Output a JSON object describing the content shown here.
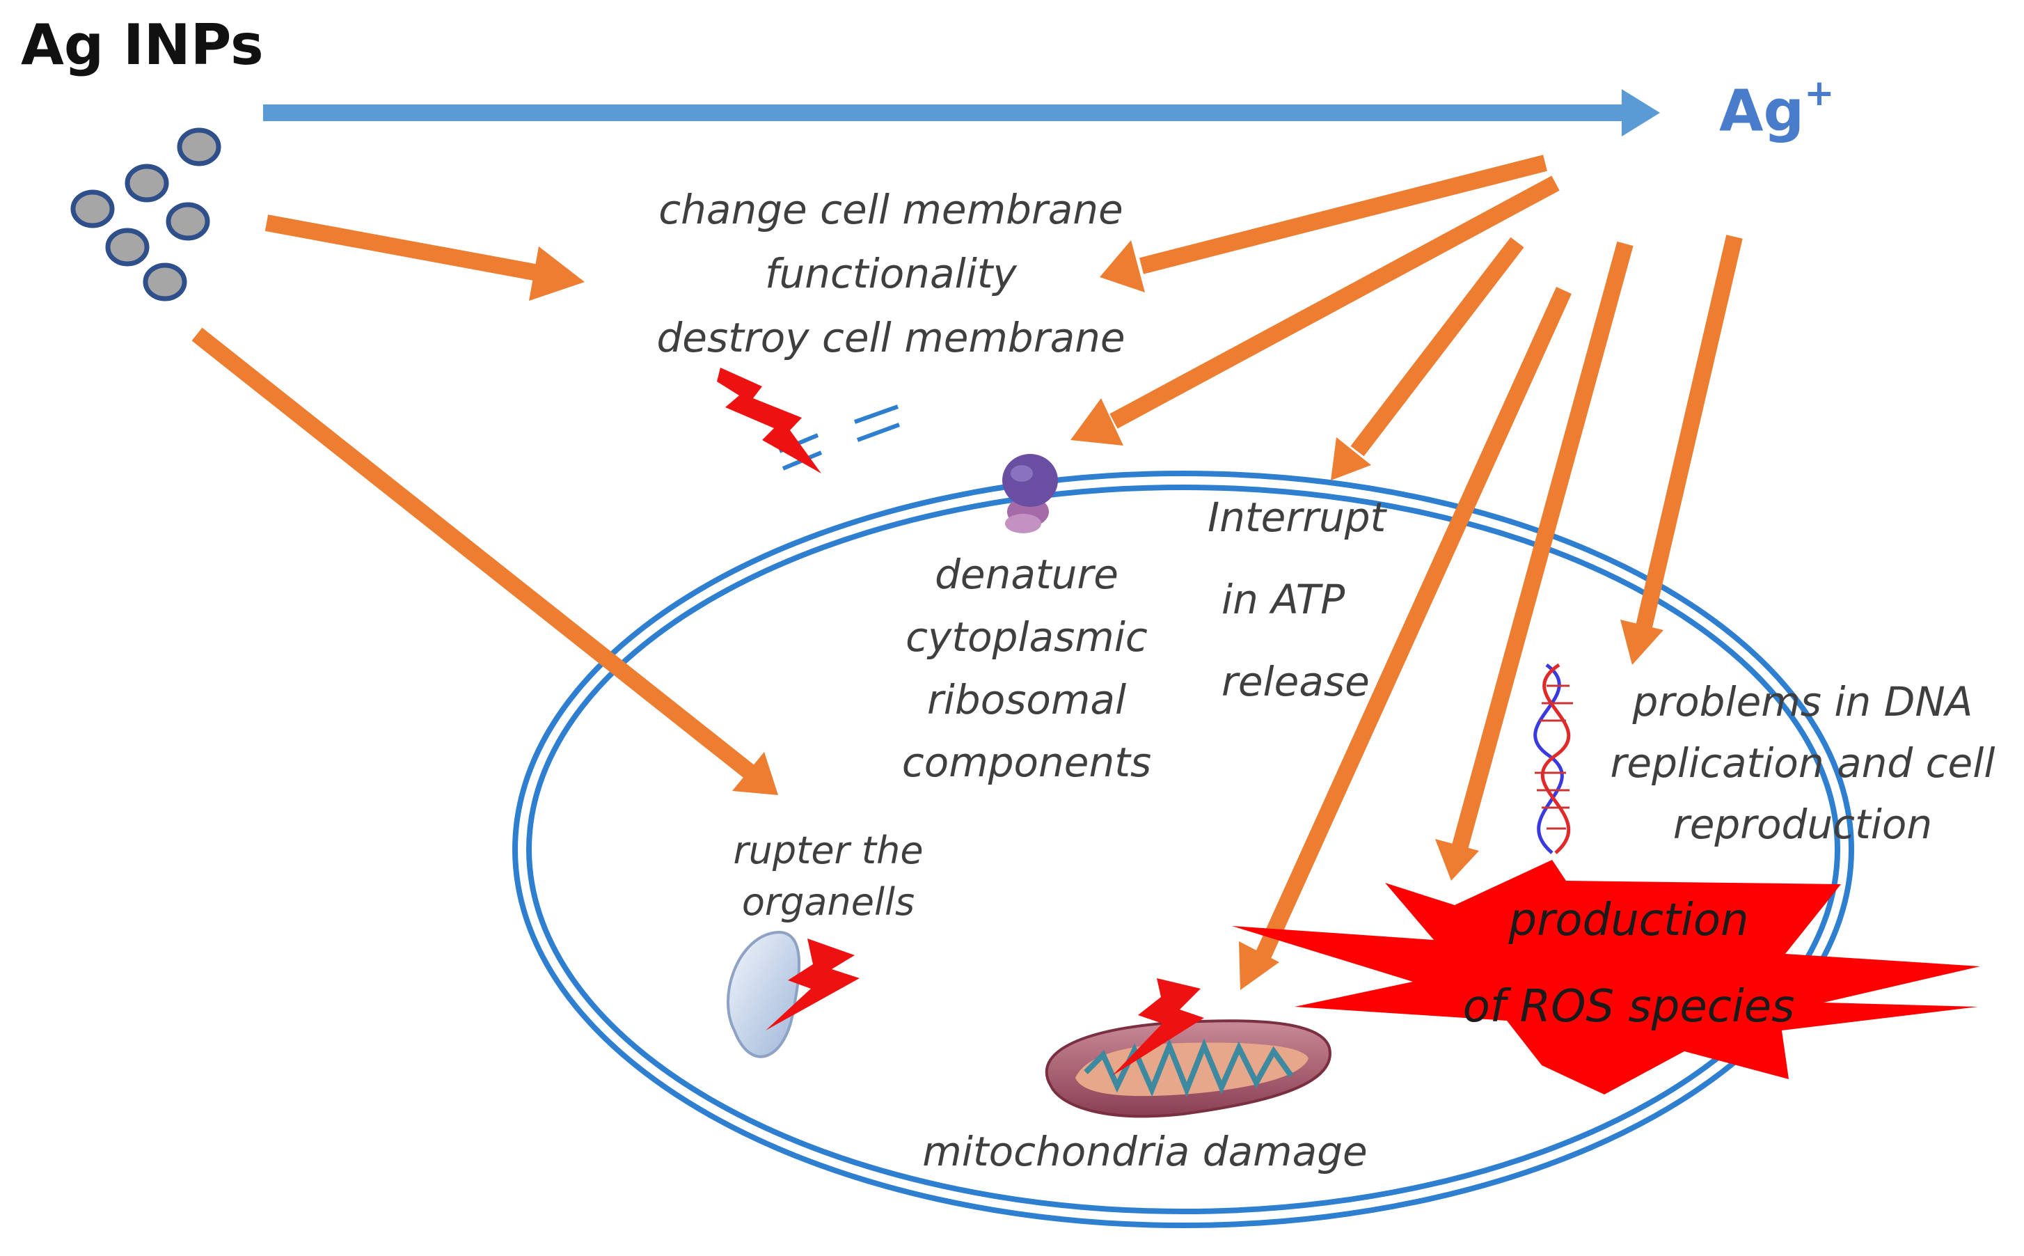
{
  "title": {
    "main": "Ag  INPs"
  },
  "ion": {
    "symbol": "Ag",
    "charge": "+"
  },
  "labels": {
    "membrane": [
      "change cell membrane",
      "functionality",
      "destroy cell membrane"
    ],
    "ribosome": [
      "denature",
      "cytoplasmic",
      "ribosomal",
      "components"
    ],
    "atp": [
      "Interrupt",
      "in ATP",
      "release"
    ],
    "dna": [
      "problems in DNA",
      "replication and cell",
      "reproduction"
    ],
    "organelles": [
      "rupter the",
      "organells"
    ],
    "mitochondria": "mitochondria damage",
    "ros": [
      "production",
      "of ROS species"
    ]
  },
  "colors": {
    "arrow_main": "#5b9bd5",
    "arrow_effect": "#ed7d31",
    "cell": "#2f7fd0",
    "lightning": "#ee1111",
    "ros_burst": "#ff0000",
    "nanoparticle_fill": "#a6a6a6",
    "nanoparticle_stroke": "#2e4f8a",
    "ion_text": "#4a7ccc"
  },
  "icons": [
    "nanoparticle-cluster-icon",
    "lightning-icon",
    "ribosome-icon",
    "dna-helix-icon",
    "mitochondrion-icon",
    "vesicle-icon",
    "ros-burst-icon"
  ]
}
